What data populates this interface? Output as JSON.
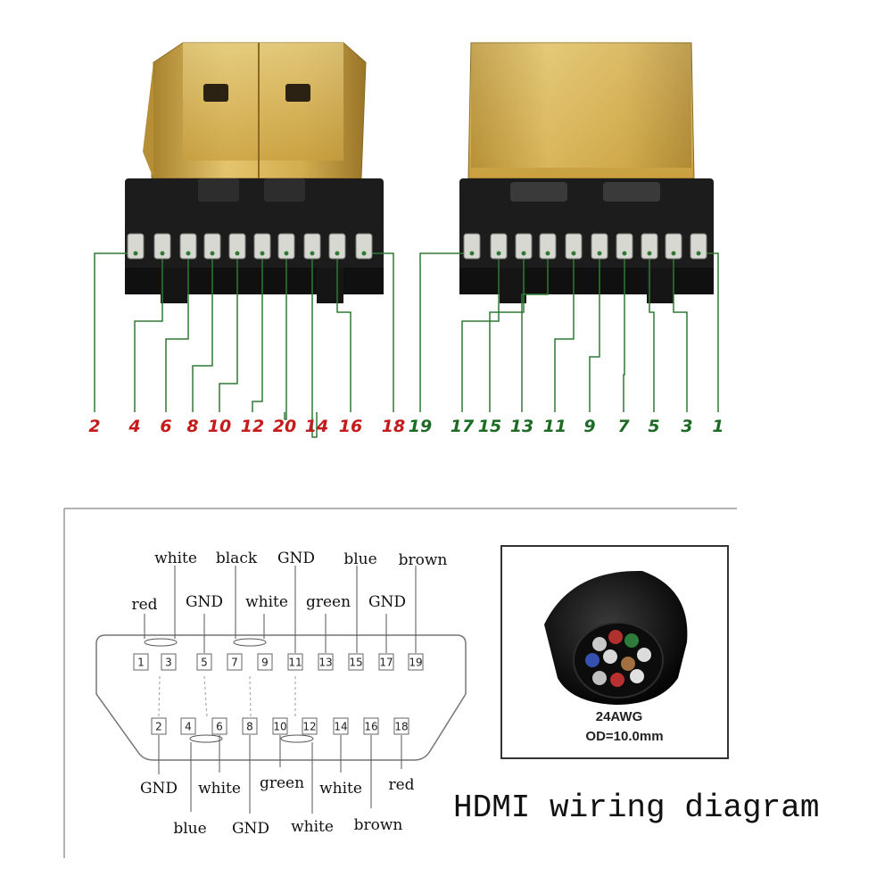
{
  "top_left_pins": [
    {
      "num": "2",
      "color": "red"
    },
    {
      "num": "4",
      "color": "red"
    },
    {
      "num": "6",
      "color": "red"
    },
    {
      "num": "8",
      "color": "red"
    },
    {
      "num": "10",
      "color": "red"
    },
    {
      "num": "12",
      "color": "red"
    },
    {
      "num": "20",
      "color": "red"
    },
    {
      "num": "14",
      "color": "red"
    },
    {
      "num": "16",
      "color": "red"
    },
    {
      "num": "18",
      "color": "red"
    }
  ],
  "top_right_pins": [
    {
      "num": "19",
      "color": "green"
    },
    {
      "num": "17",
      "color": "green"
    },
    {
      "num": "15",
      "color": "green"
    },
    {
      "num": "13",
      "color": "green"
    },
    {
      "num": "11",
      "color": "green"
    },
    {
      "num": "9",
      "color": "green"
    },
    {
      "num": "7",
      "color": "green"
    },
    {
      "num": "5",
      "color": "green"
    },
    {
      "num": "3",
      "color": "green"
    },
    {
      "num": "1",
      "color": "green"
    }
  ],
  "colors": {
    "red_pin": "#c41c1c",
    "green_pin": "#1d6b25",
    "gold": "#d8b24a",
    "plastic": "#1a1a1a"
  },
  "top_row_boxes": [
    "1",
    "3",
    "5",
    "7",
    "9",
    "11",
    "13",
    "15",
    "17",
    "19"
  ],
  "bottom_row_boxes": [
    "2",
    "4",
    "6",
    "8",
    "10",
    "12",
    "14",
    "16",
    "18"
  ],
  "top_labels_upper": [
    "white",
    "black",
    "GND",
    "blue",
    "brown"
  ],
  "top_labels_lower": [
    "red",
    "GND",
    "white",
    "green",
    "GND"
  ],
  "bottom_labels_upper": [
    "GND",
    "white",
    "green",
    "white",
    "red"
  ],
  "bottom_labels_lower": [
    "blue",
    "GND",
    "white",
    "brown"
  ],
  "cable": {
    "gauge": "24AWG",
    "od": "OD=10.0mm"
  },
  "title": "HDMI wiring diagram"
}
